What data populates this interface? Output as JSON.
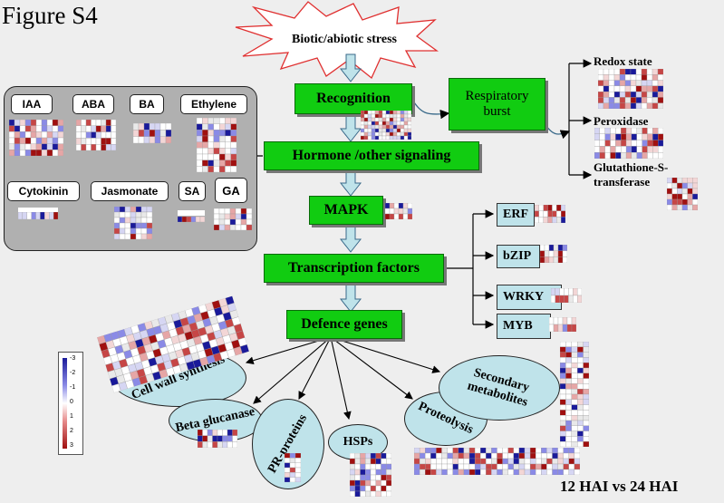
{
  "figure_label": "Figure S4",
  "footer_label": "12 HAI vs 24 HAI",
  "stress": "Biotic/abiotic stress",
  "pathway": {
    "recognition": "Recognition",
    "respiratory_burst": "Respiratory burst",
    "hormone_signaling": "Hormone /other signaling",
    "mapk": "MAPK",
    "transcription_factors": "Transcription factors",
    "defence_genes": "Defence genes"
  },
  "hormones": [
    "IAA",
    "ABA",
    "BA",
    "Ethylene",
    "Cytokinin",
    "Jasmonate",
    "SA",
    "GA"
  ],
  "redox_branch": [
    "Redox state",
    "Peroxidase",
    "Glutathione-S-transferase"
  ],
  "tf_families": [
    "ERF",
    "bZIP",
    "WRKY",
    "MYB"
  ],
  "defence_categories": [
    "Cell wall synthesis",
    "Beta glucanase",
    "PR-proteins",
    "HSPs",
    "Proteolysis",
    "Secondary metabolites"
  ],
  "color_scale": {
    "ticks": [
      "-3",
      "-2",
      "-1",
      "0",
      "1",
      "2",
      "3"
    ],
    "low_color": "#1a1a9a",
    "mid_color": "#ffffff",
    "high_color": "#a01010"
  },
  "colors": {
    "box_green": "#11cc11",
    "tf_fill": "#bfe3ea",
    "panel_gray": "#b0b0b0"
  }
}
